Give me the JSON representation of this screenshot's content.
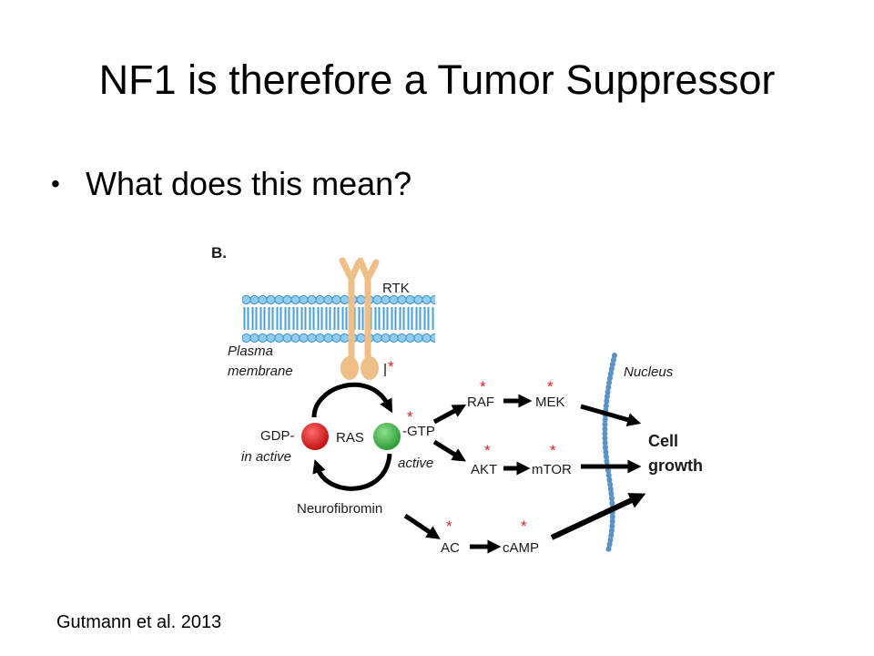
{
  "slide": {
    "title": "NF1 is therefore a Tumor Suppressor",
    "bullet_glyph": "•",
    "bullets": [
      "What does this mean?"
    ],
    "citation": "Gutmann et al. 2013"
  },
  "diagram": {
    "panel_label": "B.",
    "receptor": "RTK",
    "membrane_label": [
      "Plasma",
      "membrane"
    ],
    "gdp": "GDP-",
    "inactive": "in active",
    "ras": "RAS",
    "gtp": "-GTP",
    "active": "active",
    "neurofibromin": "Neurofibromin",
    "raf": "RAF",
    "mek": "MEK",
    "akt": "AKT",
    "mtor": "mTOR",
    "ac": "AC",
    "camp": "cAMP",
    "nucleus": "Nucleus",
    "outcome": [
      "Cell",
      "growth"
    ],
    "marker": "*",
    "colors": {
      "ras_inactive": "#d81e1e",
      "ras_active": "#3cb043",
      "membrane": "#5aa7d8",
      "receptor": "#f0c08a",
      "marker": "#e02020",
      "nucleus": "#6a9fcf"
    }
  }
}
